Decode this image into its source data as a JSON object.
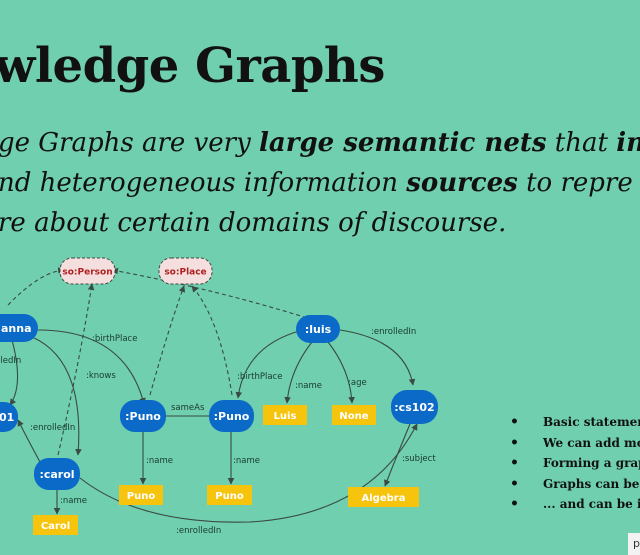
{
  "slide": {
    "title": "wledge Graphs",
    "intro": {
      "l1a": "ge Graphs are very ",
      "l1b": "large semantic nets",
      "l1c": " that ",
      "l1d": "int",
      "l2a": "nd heterogeneous information ",
      "l2b": "sources",
      "l2c": " to repre",
      "l3": "re about certain domains of discourse."
    },
    "bullets": [
      "Basic statemen",
      "We can add mo",
      "Forming a grap",
      "Graphs can be",
      "... and can be in"
    ],
    "corner": "p"
  },
  "graph": {
    "classes": {
      "person": "so:Person",
      "place": "so:Place"
    },
    "nodes": {
      "anna": "anna",
      "luis": ":luis",
      "n101": "01",
      "puno1": ":Puno",
      "puno2": ":Puno",
      "cs102": ":cs102",
      "carol": ":carol"
    },
    "literals": {
      "luis": "Luis",
      "none": "None",
      "puno1": "Puno",
      "puno2": "Puno",
      "algebra": "Algebra",
      "carol": "Carol"
    },
    "edges": {
      "birthplace1": ":birthPlace",
      "birthplace2": ":birthPlace",
      "enrolledin_luis": ":enrolledIn",
      "enrolledin_anna": "lledIn",
      "enrolledin_carol": ":enrolledIn",
      "enrolledin_bottom": ":enrolledIn",
      "knows": ":knows",
      "sameas": "sameAs",
      "name_luis": ":name",
      "age": ":age",
      "name_puno1": ":name",
      "name_puno2": ":name",
      "subject": ":subject",
      "name_carol": ":name"
    }
  }
}
